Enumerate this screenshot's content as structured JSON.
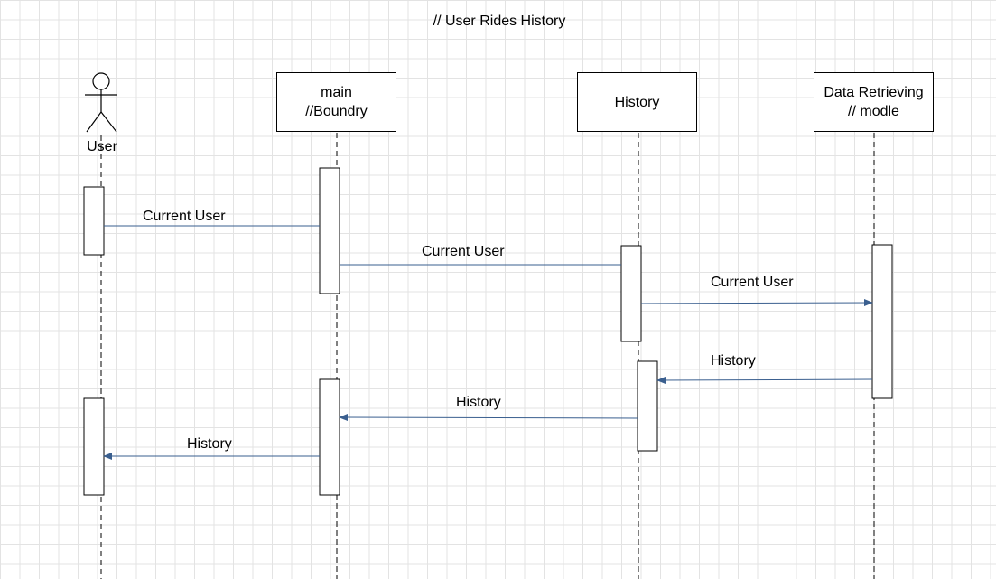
{
  "title": "// User Rides History",
  "participants": {
    "user": {
      "label": "User"
    },
    "main": {
      "line1": "main",
      "line2": "//Boundry"
    },
    "history": {
      "label": "History"
    },
    "data": {
      "line1": "Data Retrieving",
      "line2": "// modle"
    }
  },
  "messages": [
    {
      "from": "User",
      "to": "main //Boundry",
      "label": "Current User"
    },
    {
      "from": "main //Boundry",
      "to": "History",
      "label": "Current User"
    },
    {
      "from": "History",
      "to": "Data Retrieving // modle",
      "label": "Current User"
    },
    {
      "from": "Data Retrieving // modle",
      "to": "History",
      "label": "History"
    },
    {
      "from": "History",
      "to": "main //Boundry",
      "label": "History"
    },
    {
      "from": "main //Boundry",
      "to": "User",
      "label": "History"
    }
  ],
  "colors": {
    "message_line": "#3a5f8f",
    "lifeline": "#000000",
    "grid": "#e3e3e3"
  }
}
